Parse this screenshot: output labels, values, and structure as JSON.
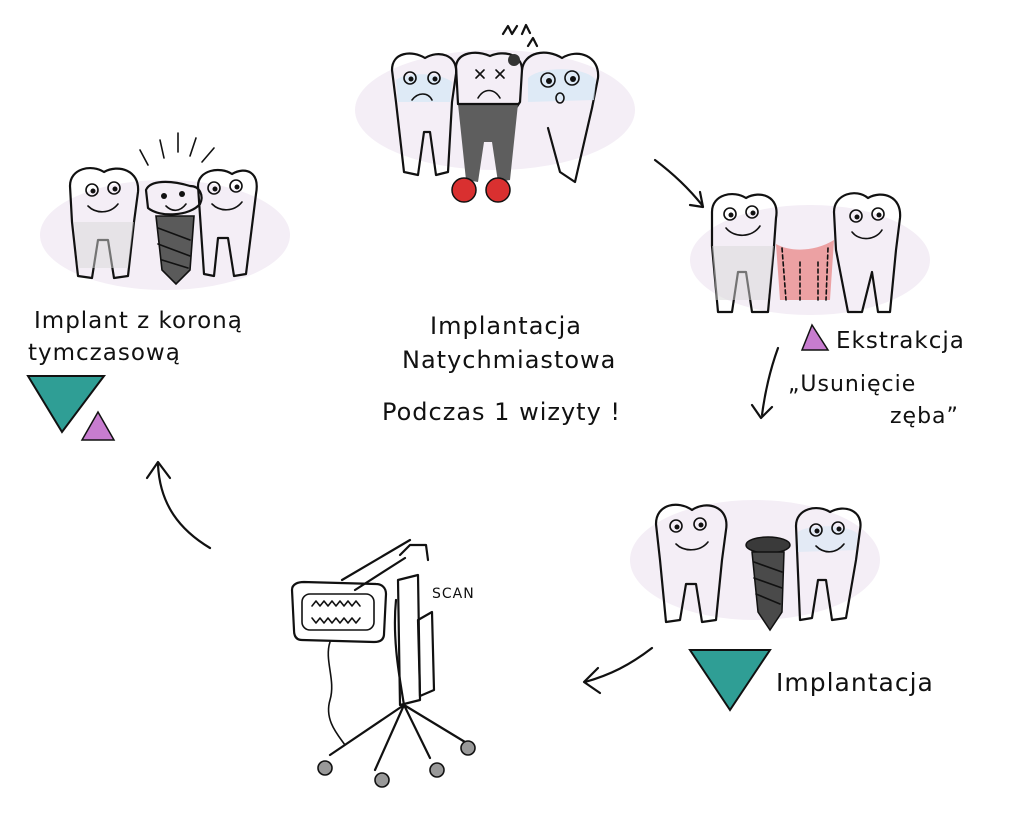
{
  "center": {
    "line1": "Implantacja",
    "line2": "Natychmiastowa",
    "line3": "Podczas 1 wizyty !"
  },
  "steps": {
    "extraction": {
      "label": "Ekstrakcja",
      "note_line1": "„Usunięcie",
      "note_line2": "zęba”"
    },
    "implantation": {
      "label": "Implantacja"
    },
    "scan": {
      "label": "SCAN"
    },
    "temporary_crown": {
      "line1": "Implant z koroną",
      "line2": "tymczasową"
    }
  },
  "colors": {
    "teal": "#2f9e95",
    "pink": "#c77ccf",
    "blood_red": "#d93030",
    "root_gray": "#6f6f6f",
    "implant_dark": "#3a3a3a",
    "tooth_blue": "#cfe3f2",
    "gum_pink": "#f2dde6"
  },
  "icons": [
    "sick-teeth-icon",
    "extraction-teeth-icon",
    "implant-teeth-icon",
    "scanner-icon",
    "crowned-implant-teeth-icon",
    "teal-triangle-icon",
    "pink-triangle-icon",
    "cycle-arrow-icon"
  ]
}
